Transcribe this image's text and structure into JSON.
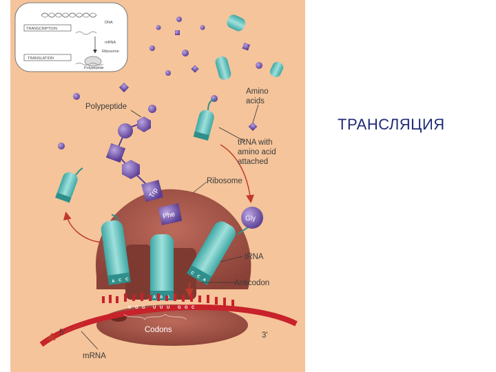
{
  "slide": {
    "title": "ТРАНСЛЯЦИЯ"
  },
  "inset": {
    "transcription": "TRANSCRIPTION",
    "translation": "TRANSLATION",
    "dna": "DNA",
    "mrna": "mRNA",
    "ribosome": "Ribosome",
    "polypeptide": "Polypeptide"
  },
  "labels": {
    "polypeptide": "Polypeptide",
    "amino_acids": "Amino\nacids",
    "trna_with_aa": "tRNA with\namino acid\nattached",
    "ribosome": "Ribosome",
    "trna": "tRNA",
    "anticodon": "Anticodon",
    "codons": "Codons",
    "mrna": "mRNA",
    "five_prime": "5'",
    "three_prime": "3'"
  },
  "amino_acid_tags": {
    "trp": "Trp",
    "phe": "Phe",
    "gly": "Gly"
  },
  "anticodons": {
    "left": [
      "A",
      "C",
      "C"
    ],
    "middle": [
      "A",
      "A",
      "A"
    ],
    "right": [
      "C",
      "C",
      "A"
    ]
  },
  "codon_letters": [
    "U",
    "G",
    "G",
    "U",
    "U",
    "U",
    "G",
    "G",
    "C"
  ],
  "colors": {
    "panel_bg": "#f5c49a",
    "ribosome": "#a9594c",
    "ribosome_dark": "#7e3a31",
    "trna": "#6ec8c4",
    "trna_dark": "#2f8f8c",
    "amino_acid": "#7a5ab0",
    "mrna": "#c8222b",
    "arrow": "#c0392b",
    "title": "#1f2a78"
  }
}
